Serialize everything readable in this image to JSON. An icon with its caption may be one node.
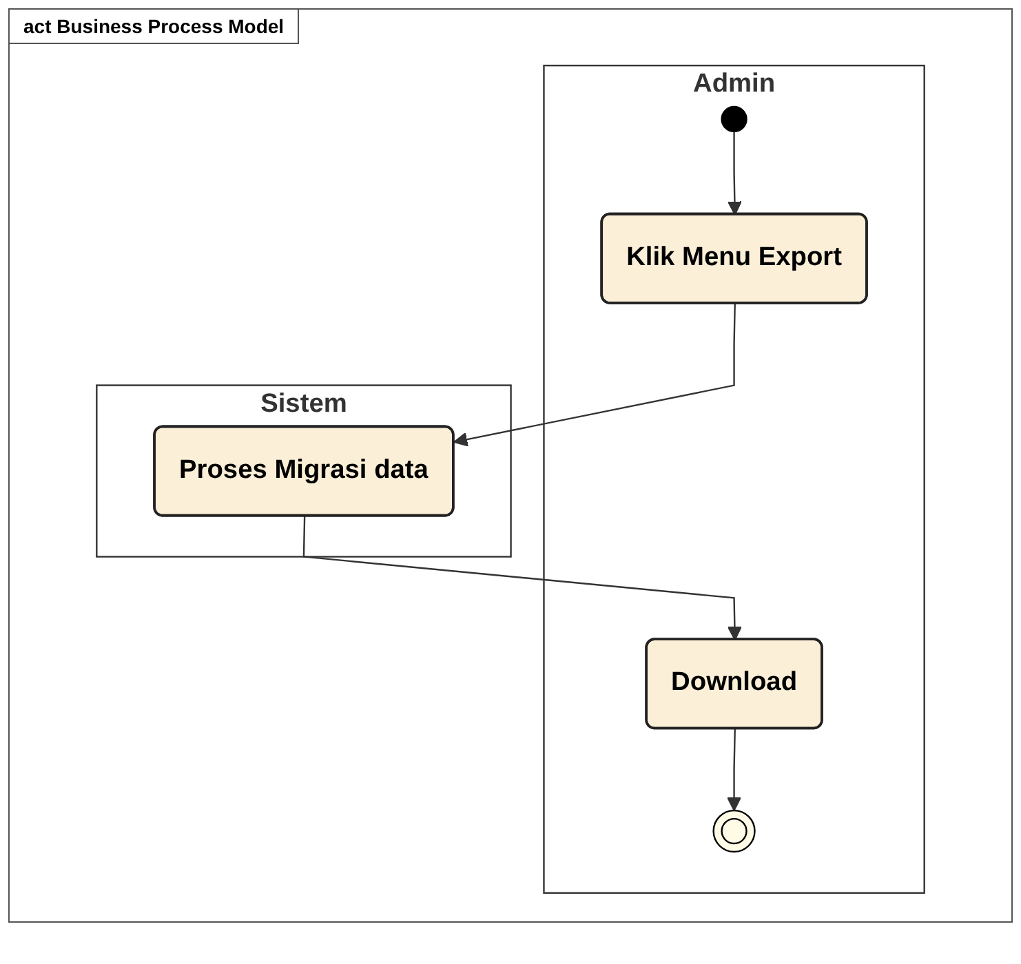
{
  "diagram": {
    "title": "act Business Process Model",
    "nodes": [
      {
        "text": [
          "Admin"
        ]
      },
      {
        "text": [
          "Sistem"
        ]
      },
      {
        "text": [],
        "shape": "circle",
        "in": 0
      },
      {
        "text": [
          "Klik Menu Export"
        ],
        "in": 0
      },
      {
        "text": [
          "Proses Migrasi data"
        ],
        "in": 1
      },
      {
        "text": [
          "Download"
        ],
        "in": 0
      },
      {
        "text": [],
        "shape": "circle",
        "in": 0
      }
    ],
    "edges": [
      {
        "from": 2,
        "to": 3,
        "arrow": "to"
      },
      {
        "from": 3,
        "to": 4,
        "arrow": "to"
      },
      {
        "from": 4,
        "to": 5,
        "arrow": "to"
      },
      {
        "from": 5,
        "to": 6,
        "arrow": "to"
      }
    ]
  }
}
